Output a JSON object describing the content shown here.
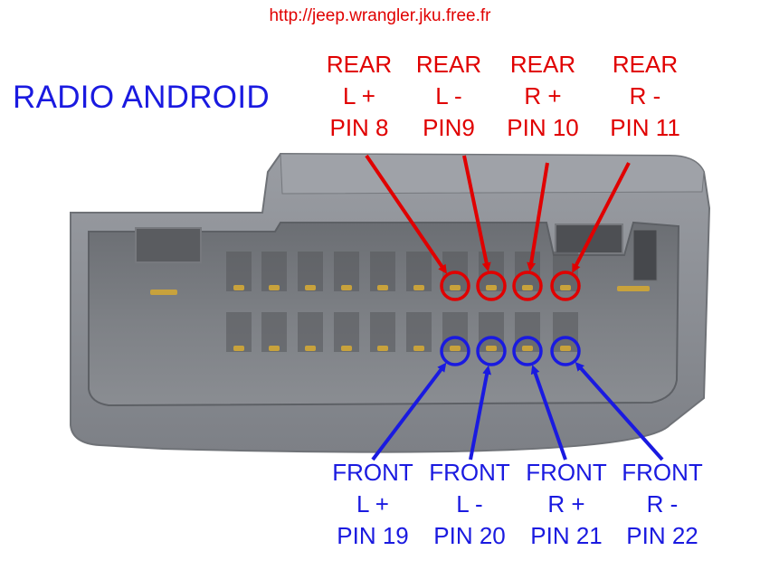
{
  "header": {
    "url": "http://jeep.wrangler.jku.free.fr",
    "title": "RADIO ANDROID"
  },
  "colors": {
    "rear": "#e00000",
    "front": "#1a1ae0",
    "connector_body": "#8d9096",
    "connector_dark": "#55575b",
    "pin_gold": "#c8a23c"
  },
  "rear_pins": [
    {
      "line1": "REAR",
      "line2": "L +",
      "line3": "PIN 8"
    },
    {
      "line1": "REAR",
      "line2": "L -",
      "line3": "PIN9"
    },
    {
      "line1": "REAR",
      "line2": "R +",
      "line3": "PIN 10"
    },
    {
      "line1": "REAR",
      "line2": "R -",
      "line3": "PIN 11"
    }
  ],
  "front_pins": [
    {
      "line1": "FRONT",
      "line2": "L +",
      "line3": "PIN 19"
    },
    {
      "line1": "FRONT",
      "line2": "L -",
      "line3": "PIN 20"
    },
    {
      "line1": "FRONT",
      "line2": "R +",
      "line3": "PIN 21"
    },
    {
      "line1": "FRONT",
      "line2": "R -",
      "line3": "PIN 22"
    }
  ]
}
